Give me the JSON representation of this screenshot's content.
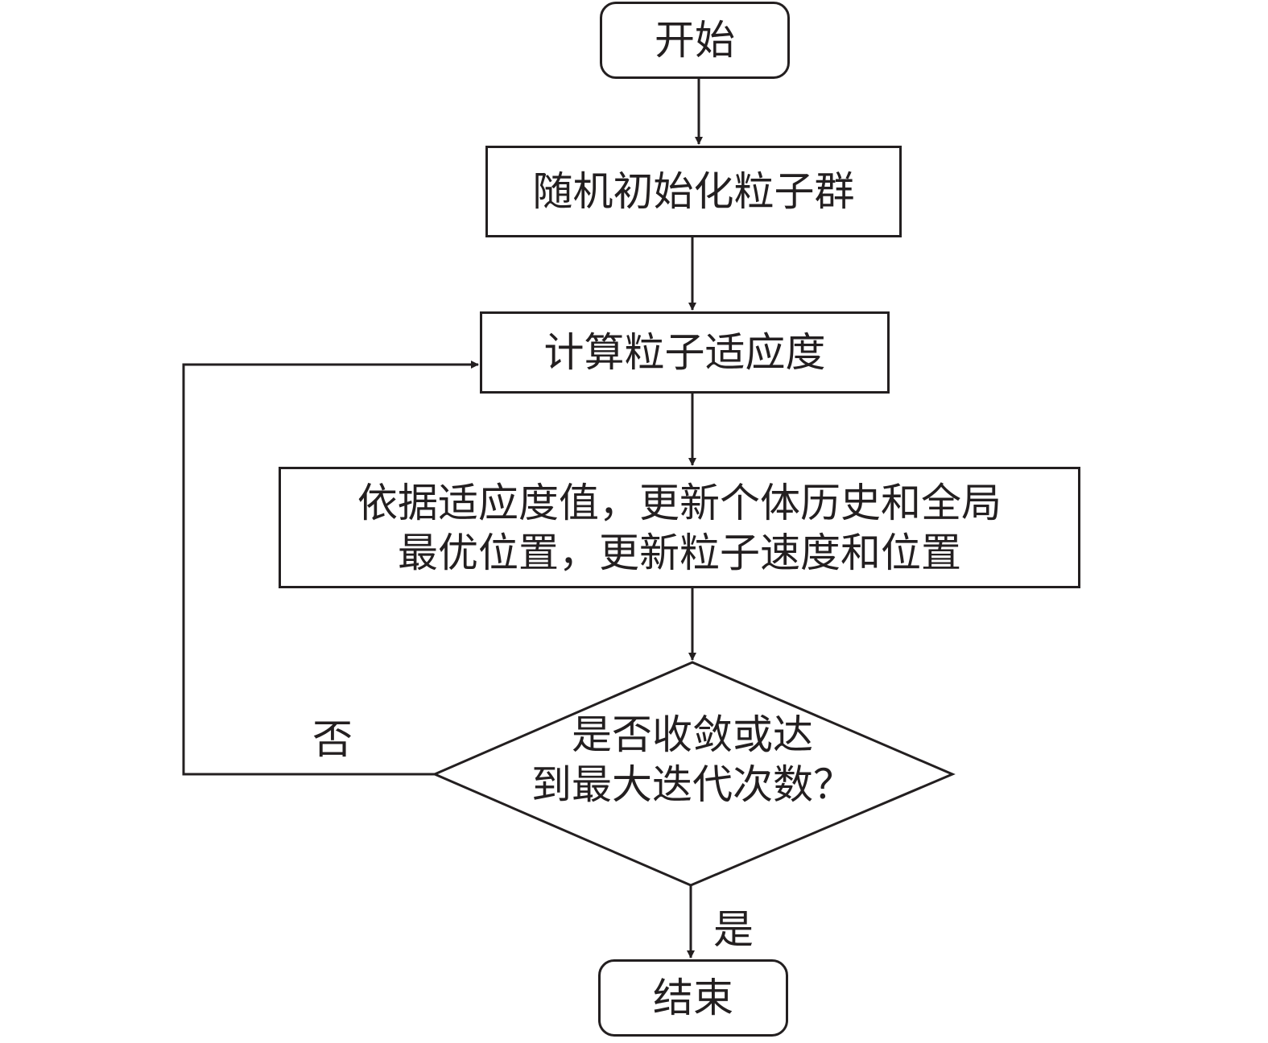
{
  "flowchart": {
    "start": "开始",
    "init": "随机初始化粒子群",
    "fitness": "计算粒子适应度",
    "update": {
      "line1": "依据适应度值，更新个体历史和全局",
      "line2": "最优位置，更新粒子速度和位置"
    },
    "decision": {
      "line1": "是否收敛或达",
      "line2": "到最大迭代次数？"
    },
    "end": "结束",
    "branch_no": "否",
    "branch_yes": "是"
  },
  "colors": {
    "stroke": "#231f20",
    "background": "#ffffff"
  }
}
